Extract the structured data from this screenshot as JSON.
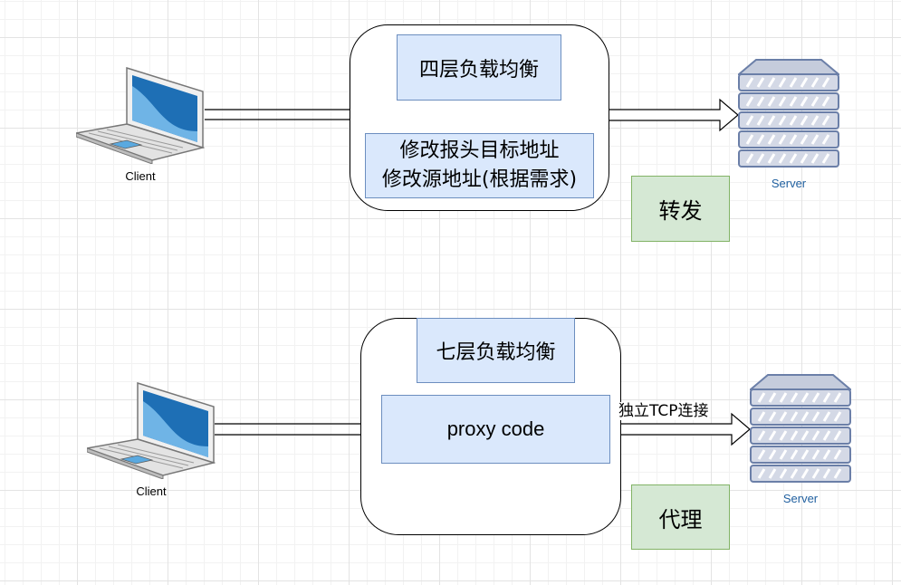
{
  "top": {
    "layer_label": "四层负载均衡",
    "action_lines": [
      "修改报头目标地址",
      "修改源地址(根据需求)"
    ],
    "mode_label": "转发",
    "client_label": "Client",
    "server_label": "Server"
  },
  "bottom": {
    "layer_label": "七层负载均衡",
    "proxy_label": "proxy code",
    "edge_label": "独立TCP连接",
    "mode_label": "代理",
    "client_label": "Client",
    "server_label": "Server"
  },
  "icons": {
    "client": "laptop-icon",
    "server": "server-rack-icon"
  },
  "colors": {
    "layer_fill": "#dae8fc",
    "layer_stroke": "#6c8ebf",
    "mode_fill": "#d5e8d4",
    "mode_stroke": "#82b366",
    "server_fill": "#d4d9e6",
    "server_stroke": "#6b7fa8",
    "laptop_screen": "#1e6fb5"
  }
}
